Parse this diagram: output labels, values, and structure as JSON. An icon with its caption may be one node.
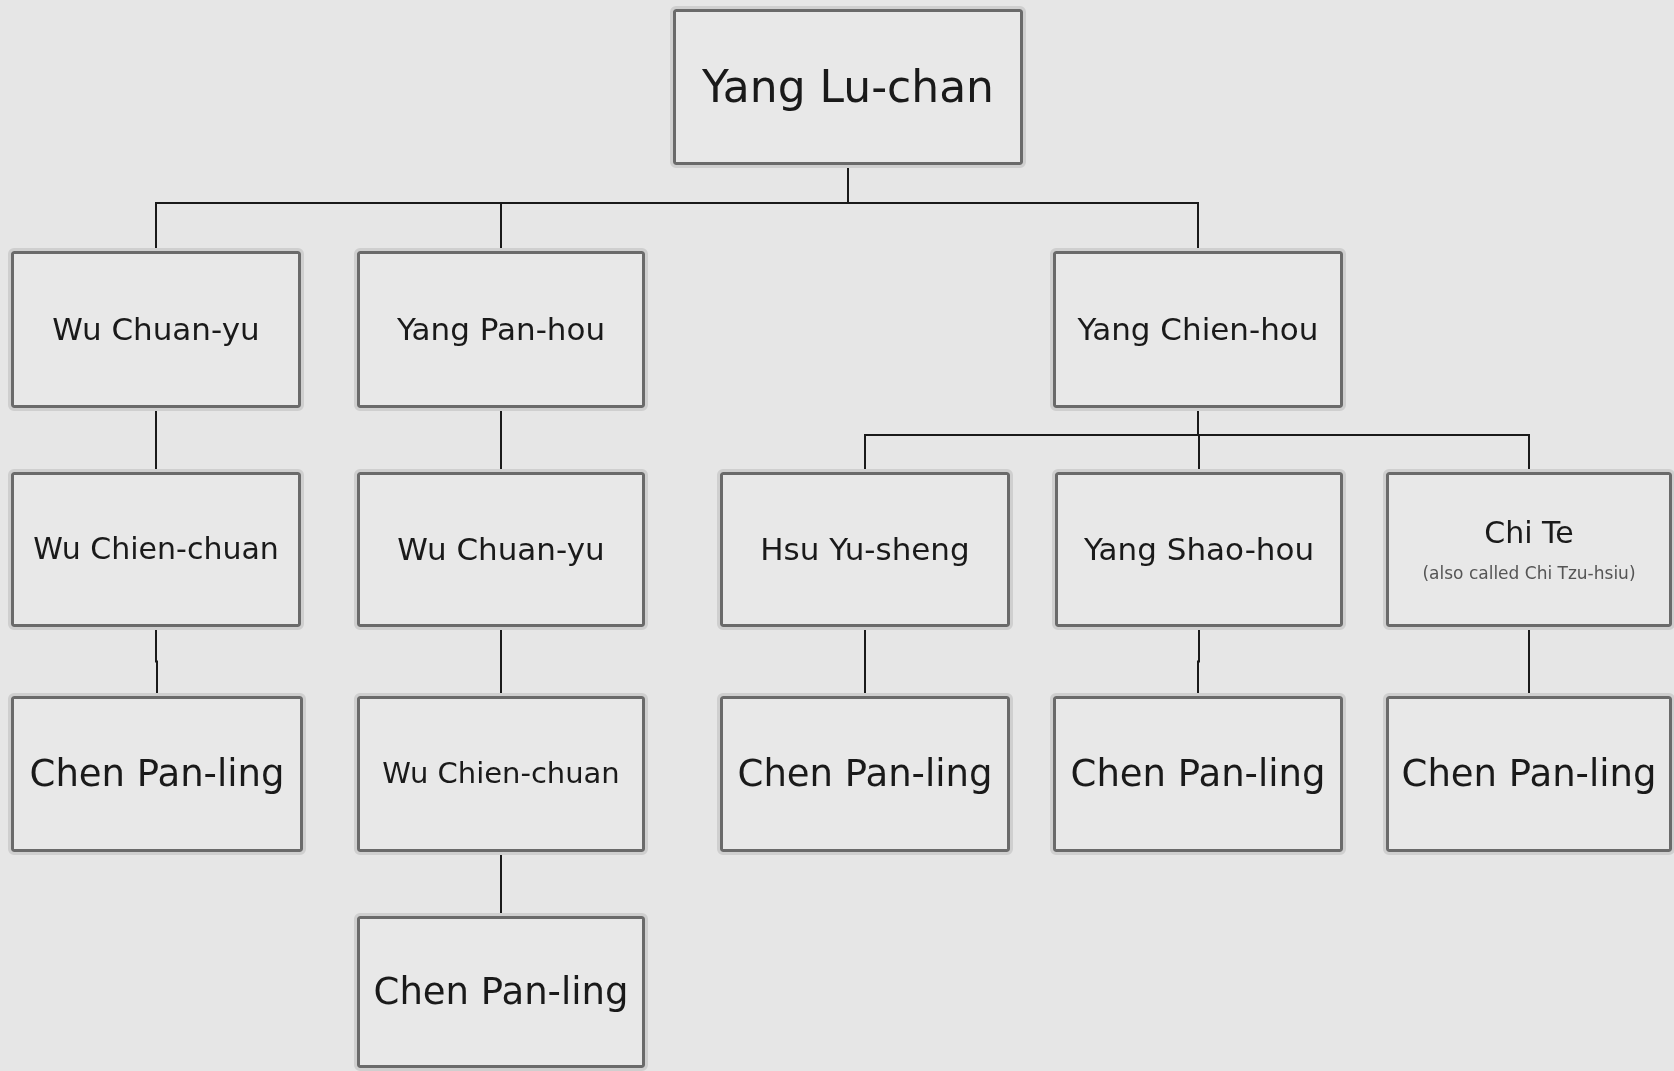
{
  "diagram": {
    "nodes": [
      {
        "text": [
          "Yang Lu-chan"
        ]
      },
      {
        "text": [
          "Wu Chuan-yu"
        ]
      },
      {
        "text": [
          "Yang Pan-hou"
        ]
      },
      {
        "text": [
          "Yang Chien-hou"
        ]
      },
      {
        "text": [
          "Wu Chien-chuan"
        ]
      },
      {
        "text": [
          "Wu Chuan-yu"
        ]
      },
      {
        "text": [
          "Hsu Yu-sheng"
        ]
      },
      {
        "text": [
          "Yang Shao-hou"
        ]
      },
      {
        "text": [
          "Chi Te",
          "(also called Chi Tzu-hsiu)"
        ]
      },
      {
        "text": [
          "Chen Pan-ling"
        ]
      },
      {
        "text": [
          "Wu Chien-chuan"
        ]
      },
      {
        "text": [
          "Chen Pan-ling"
        ]
      },
      {
        "text": [
          "Chen Pan-ling"
        ]
      },
      {
        "text": [
          "Chen Pan-ling"
        ]
      },
      {
        "text": [
          "Chen Pan-ling"
        ]
      }
    ],
    "edges": [
      {
        "from": 0,
        "to": 1,
        "arrow": "none"
      },
      {
        "from": 0,
        "to": 2,
        "arrow": "none"
      },
      {
        "from": 0,
        "to": 3,
        "arrow": "none"
      },
      {
        "from": 1,
        "to": 4,
        "arrow": "none"
      },
      {
        "from": 2,
        "to": 5,
        "arrow": "none"
      },
      {
        "from": 3,
        "to": 6,
        "arrow": "none"
      },
      {
        "from": 3,
        "to": 7,
        "arrow": "none"
      },
      {
        "from": 3,
        "to": 8,
        "arrow": "none"
      },
      {
        "from": 4,
        "to": 9,
        "arrow": "none"
      },
      {
        "from": 5,
        "to": 10,
        "arrow": "none"
      },
      {
        "from": 6,
        "to": 11,
        "arrow": "none"
      },
      {
        "from": 7,
        "to": 12,
        "arrow": "none"
      },
      {
        "from": 8,
        "to": 13,
        "arrow": "none"
      },
      {
        "from": 10,
        "to": 14,
        "arrow": "none"
      }
    ]
  }
}
